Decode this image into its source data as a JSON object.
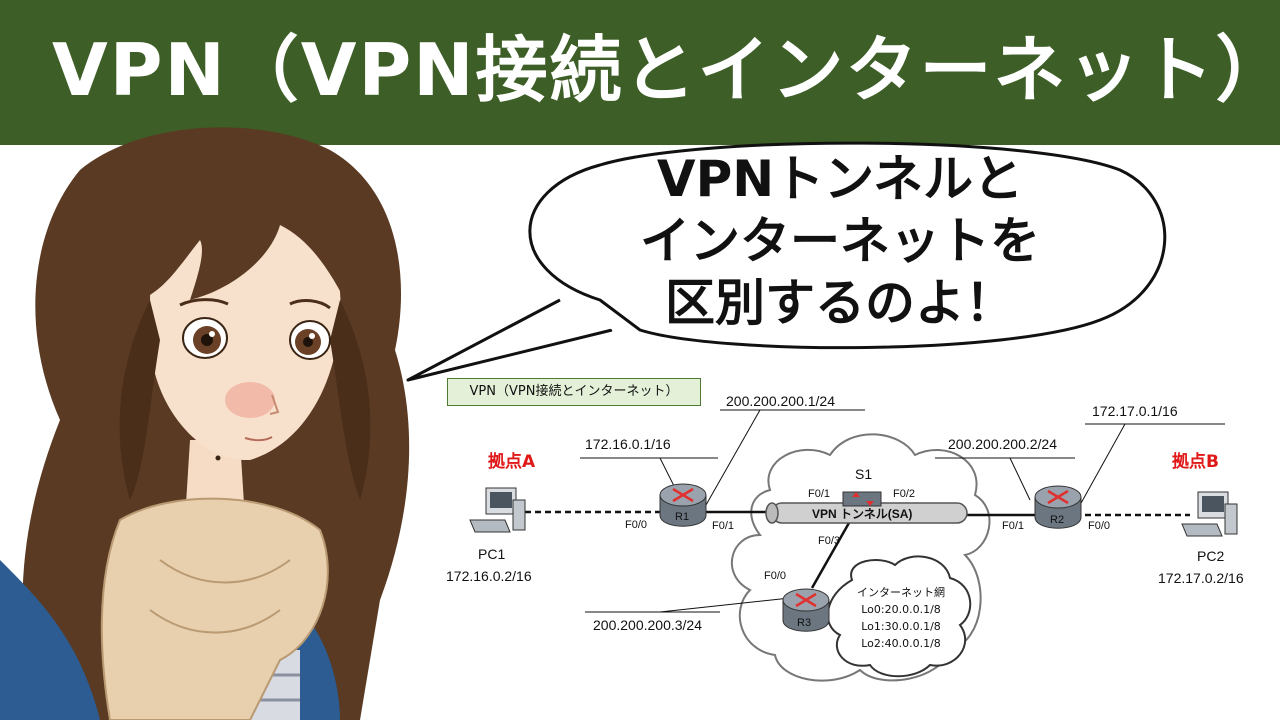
{
  "title": "VPN（VPN接続とインターネット）",
  "speech_bubble": {
    "lines": [
      "VPNトンネルと",
      "インターネットを",
      "区別するのよ！"
    ]
  },
  "diagram": {
    "tag": "VPN（VPN接続とインターネット）",
    "sites": {
      "a": "拠点A",
      "b": "拠点B"
    },
    "pc1": {
      "name": "PC1",
      "ip": "172.16.0.2/16"
    },
    "pc2": {
      "name": "PC2",
      "ip": "172.17.0.2/16"
    },
    "r1": {
      "name": "R1",
      "lan_ip": "172.16.0.1/16",
      "wan_ip": "200.200.200.1/24",
      "port_lan": "F0/0",
      "port_wan": "F0/1"
    },
    "r2": {
      "name": "R2",
      "lan_ip": "172.17.0.1/16",
      "wan_ip": "200.200.200.2/24",
      "port_wan": "F0/1",
      "port_lan": "F0/0"
    },
    "r3": {
      "name": "R3",
      "ip": "200.200.200.3/24",
      "port": "F0/0"
    },
    "s1": {
      "name": "S1",
      "ports": [
        "F0/1",
        "F0/2",
        "F0/3"
      ]
    },
    "tunnel": "VPN トンネル(SA)",
    "internet": {
      "title": "インターネット網",
      "loopbacks": [
        "Lo0:20.0.0.1/8",
        "Lo1:30.0.0.1/8",
        "Lo2:40.0.0.1/8"
      ]
    }
  },
  "colors": {
    "title_bar": "#3d5e26",
    "site_label": "#e01818",
    "router": "#7b828a"
  }
}
